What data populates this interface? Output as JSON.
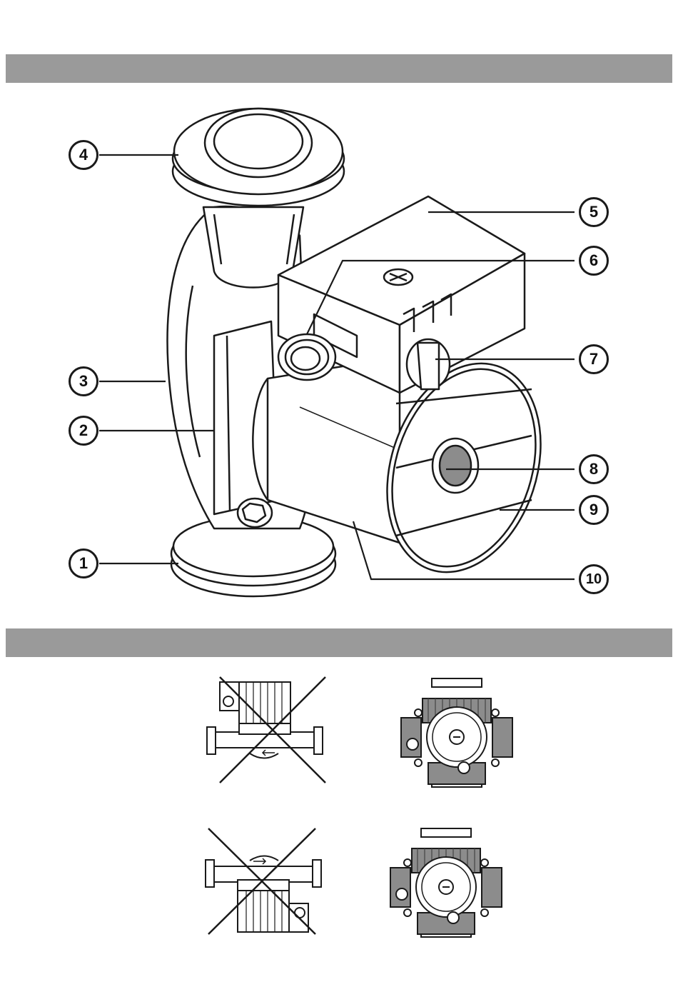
{
  "figure1": {
    "callouts": [
      "1",
      "2",
      "3",
      "4",
      "5",
      "6",
      "7",
      "8",
      "9",
      "10"
    ]
  },
  "colors": {
    "band": "#9a9a9a",
    "line": "#1a1a1a",
    "shade": "#8c8c8c"
  }
}
